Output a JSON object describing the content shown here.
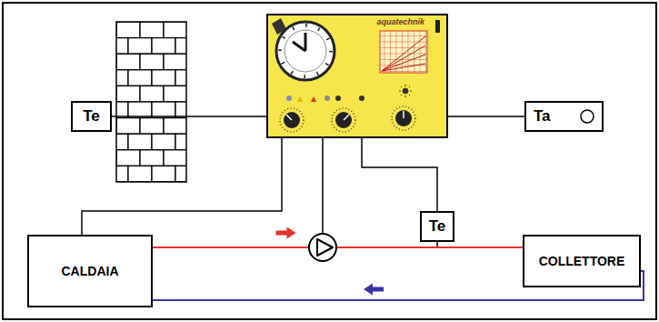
{
  "diagram": {
    "nodes": [
      {
        "text": [
          "Te"
        ]
      },
      {
        "text": [
          "aquatechnik"
        ]
      },
      {
        "text": [
          "Ta"
        ]
      },
      {
        "text": [
          "Te"
        ]
      },
      {
        "text": [
          "CALDAIA"
        ]
      },
      {
        "text": [
          "COLLETTORE"
        ]
      }
    ],
    "edges": [
      {
        "from": 1,
        "to": 0,
        "arrow": "none"
      },
      {
        "from": 1,
        "to": 2,
        "arrow": "none"
      },
      {
        "from": 1,
        "to": 4,
        "arrow": "none"
      },
      {
        "from": 1,
        "to": 3,
        "arrow": "none"
      },
      {
        "from": 4,
        "to": 5,
        "arrow": "to"
      },
      {
        "from": 5,
        "to": 4,
        "arrow": "to"
      }
    ]
  }
}
